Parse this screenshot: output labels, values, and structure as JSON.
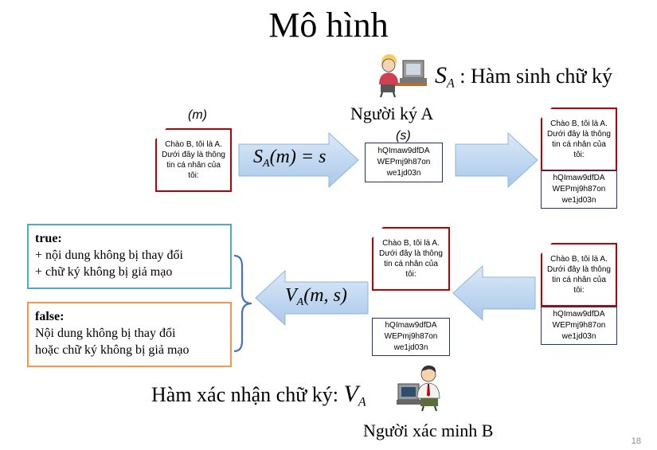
{
  "title": "Mô hình",
  "signer": {
    "function_symbol": "S",
    "function_subscript": "A",
    "function_desc": ": Hàm sinh chữ ký",
    "person_label": "Người ký A"
  },
  "labels": {
    "message": "(m)",
    "signature": "(s)"
  },
  "sign_equation": {
    "f": "S",
    "sub": "A",
    "rest": "(m) = s"
  },
  "verify_equation": {
    "f": "V",
    "sub": "A",
    "rest": "(m, s)"
  },
  "message_text": "Chào B, tôi là A. Dưới đây là thông tin cá nhân của tôi:",
  "signature_text": "hQImaw9dfDA WEPmj9h87on we1jd03n",
  "result_true": {
    "heading": "true:",
    "lines": [
      "+ nội dung không bị thay đổi",
      "+ chữ ký không bị giả mạo"
    ]
  },
  "result_false": {
    "heading": "false:",
    "lines": [
      "Nội dung không bị thay đổi",
      "hoặc chữ ký không bị giả mạo"
    ]
  },
  "verifier": {
    "function_desc": "Hàm xác nhận chữ ký:",
    "function_symbol": "V",
    "function_subscript": "A",
    "person_label": "Người xác minh B"
  },
  "page_number": "18",
  "colors": {
    "message_border": "#c00000",
    "signature_border": "#1f3864",
    "true_border": "#4bacc6",
    "false_border": "#f79646",
    "arrow_fill": "#9dc3e6",
    "brace": "#4472c4"
  },
  "icons": [
    "signer-person-icon",
    "verifier-person-icon"
  ]
}
